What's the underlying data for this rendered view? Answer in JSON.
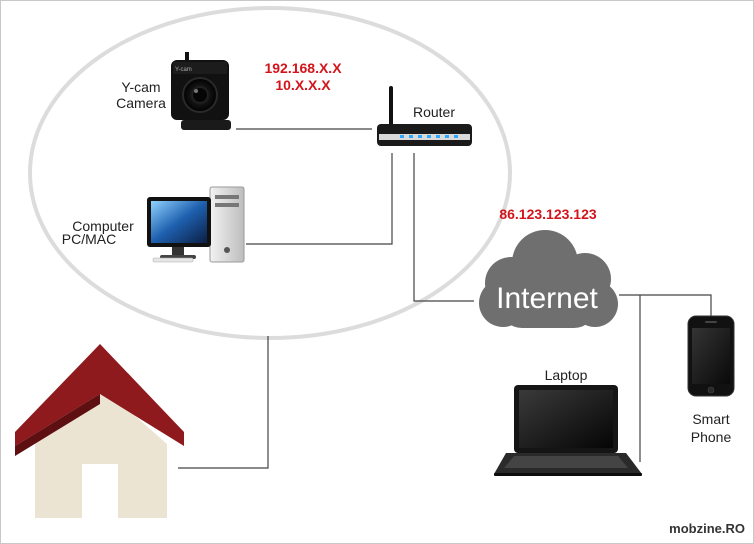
{
  "labels": {
    "camera_line1": "Y-cam",
    "camera_line2": "Camera",
    "router": "Router",
    "computer": "Computer",
    "computer_sub": "PC/MAC",
    "internet": "Internet",
    "laptop": "Laptop",
    "phone_line1": "Smart",
    "phone_line2": "Phone"
  },
  "ip": {
    "local_1": "192.168.X.X",
    "local_2": "10.X.X.X",
    "public": "86.123.123.123"
  },
  "watermark": "mobzine.RO",
  "camera_brand": "Y-cam",
  "colors": {
    "ip_text": "#d4141b",
    "roof": "#8e1a1d",
    "house_wall": "#ece4d2",
    "cloud": "#6f6f6f",
    "ellipse_stroke": "#dcdcdc",
    "connector": "#444444"
  }
}
